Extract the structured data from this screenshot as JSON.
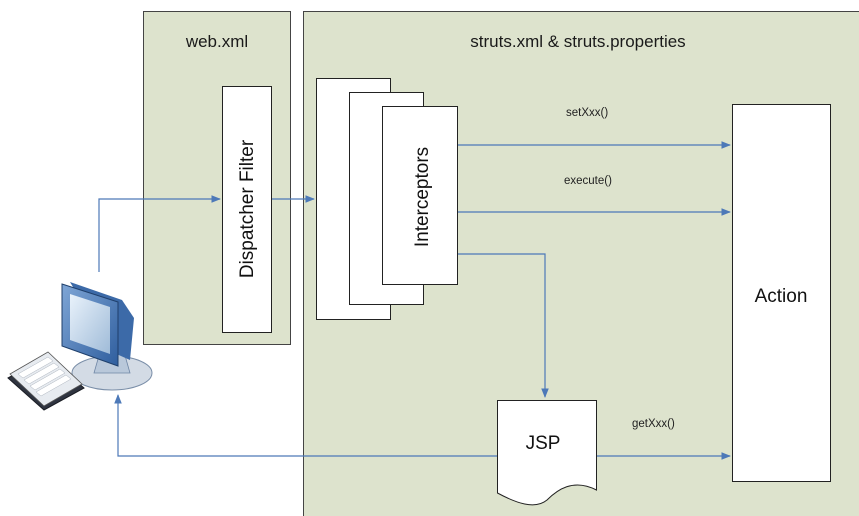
{
  "regions": {
    "webxml": {
      "title": "web.xml"
    },
    "struts": {
      "title": "struts.xml & struts.properties"
    }
  },
  "components": {
    "dispatcher": "Dispatcher Filter",
    "interceptors": "Interceptors",
    "action": "Action",
    "jsp": "JSP"
  },
  "calls": {
    "set": "setXxx()",
    "execute": "execute()",
    "get": "getXxx()"
  },
  "colors": {
    "panel_fill": "#dde3cd",
    "panel_border": "#444444",
    "arrow": "#4d79b8",
    "box_border": "#222222"
  },
  "icons": {
    "client": "computer-icon",
    "keyboard": "keyboard-icon"
  }
}
